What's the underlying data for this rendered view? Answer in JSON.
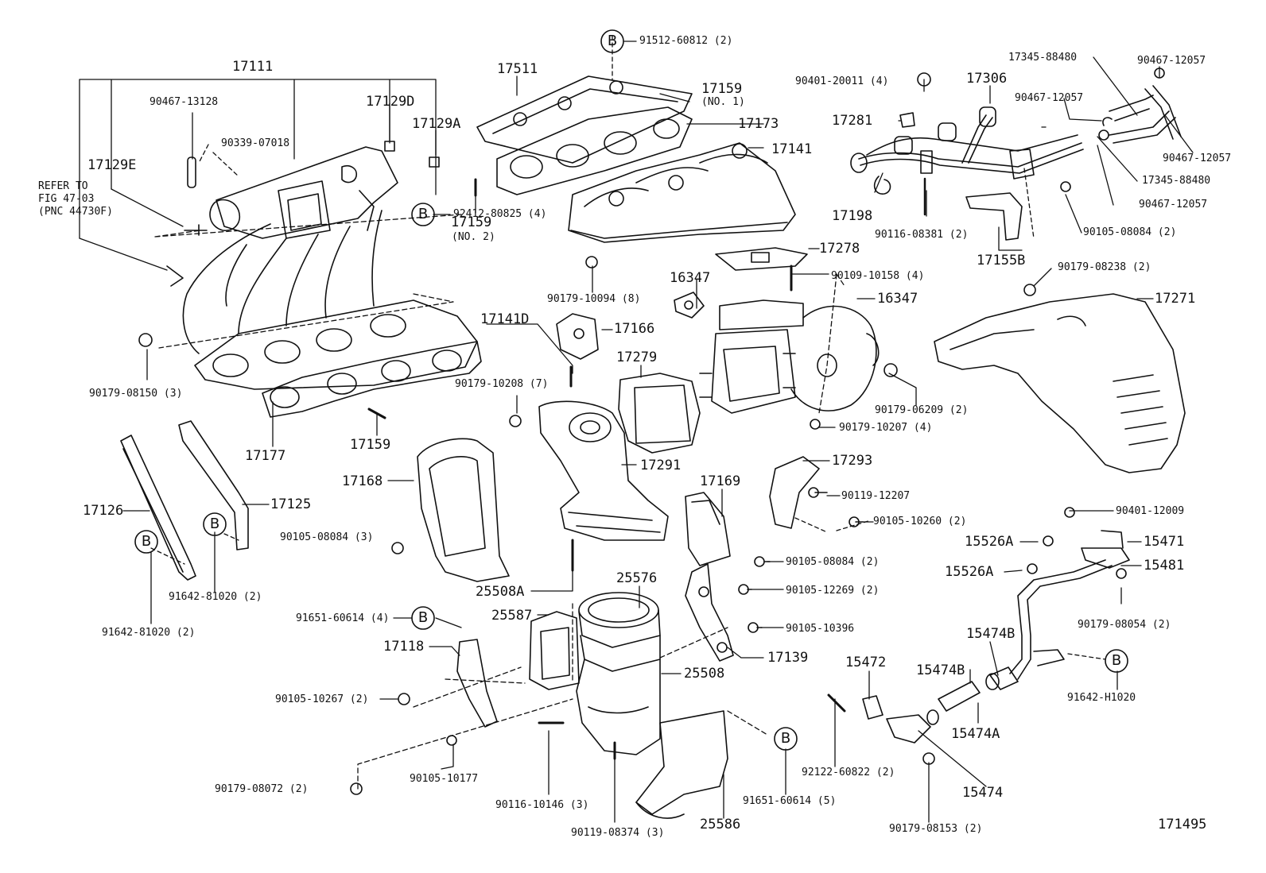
{
  "colors": {
    "ink": "#111111",
    "paper": "#ffffff"
  },
  "marker_letter": "B",
  "figure_number": "171495",
  "refer_note": [
    "REFER TO",
    "FIG 47-03",
    "(PNC 44730F)"
  ],
  "parts": {
    "p17111": "17111",
    "p90467_13128": "90467-13128",
    "p17129D": "17129D",
    "p17129A": "17129A",
    "p90339_07018": "90339-07018",
    "p17129E": "17129E",
    "p17511": "17511",
    "p91512_60812": "91512-60812 (2)",
    "p17159_no1": "17159",
    "p17159_no1_note": "(NO. 1)",
    "p17173": "17173",
    "p17141": "17141",
    "p17159_no2": "17159",
    "p17159_no2_note": "(NO. 2)",
    "p90179_10094": "90179-10094 (8)",
    "p92412_80825": "92412-80825 (4)",
    "p90179_08150": "90179-08150 (3)",
    "p17177": "17177",
    "p17159": "17159",
    "p17126": "17126",
    "p17125": "17125",
    "p91642_81020_a": "91642-81020 (2)",
    "p91642_81020_b": "91642-81020 (2)",
    "p17141D": "17141D",
    "p17166": "17166",
    "p16347_a": "16347",
    "p17278": "17278",
    "p90109_10158": "90109-10158 (4)",
    "p16347_b": "16347",
    "p17279": "17279",
    "p90179_10208": "90179-10208 (7)",
    "p90179_06209": "90179-06209 (2)",
    "p90179_10207": "90179-10207 (4)",
    "p17168": "17168",
    "p17291": "17291",
    "p17169": "17169",
    "p17293": "17293",
    "p90119_12207": "90119-12207",
    "p90105_10260": "90105-10260 (2)",
    "p90105_08084_a": "90105-08084 (3)",
    "p90105_08084_b": "90105-08084 (2)",
    "p90105_12269": "90105-12269 (2)",
    "p90105_10396": "90105-10396",
    "p17139": "17139",
    "p25508A": "25508A",
    "p25576": "25576",
    "p25587": "25587",
    "p91651_60614_a": "91651-60614 (4)",
    "p17118": "17118",
    "p25508": "25508",
    "p90105_10267": "90105-10267 (2)",
    "p90105_10177": "90105-10177",
    "p90179_08072": "90179-08072 (2)",
    "p90116_10146": "90116-10146 (3)",
    "p90119_08374": "90119-08374 (3)",
    "p25586": "25586",
    "p91651_60614_b": "91651-60614 (5)",
    "p90401_20011": "90401-20011 (4)",
    "p17306": "17306",
    "p17345_88480_a": "17345-88480",
    "p90467_12057_a": "90467-12057",
    "p90467_12057_b": "90467-12057",
    "p90467_12057_c": "90467-12057",
    "p90467_12057_d": "90467-12057",
    "p17345_88480_b": "17345-88480",
    "p17281": "17281",
    "p17198": "17198",
    "p90116_08381": "90116-08381 (2)",
    "p90105_08084_c": "90105-08084 (2)",
    "p17155B": "17155B",
    "p90179_08238": "90179-08238 (2)",
    "p17271": "17271",
    "p90401_12009": "90401-12009",
    "p15526A_a": "15526A",
    "p15471": "15471",
    "p15526A_b": "15526A",
    "p15481": "15481",
    "p90179_08054": "90179-08054 (2)",
    "p15474B_a": "15474B",
    "p15472": "15472",
    "p15474B_b": "15474B",
    "p91642_H1020": "91642-H1020",
    "p15474A": "15474A",
    "p92122_60822": "92122-60822 (2)",
    "p15474": "15474",
    "p90179_08153": "90179-08153 (2)"
  }
}
